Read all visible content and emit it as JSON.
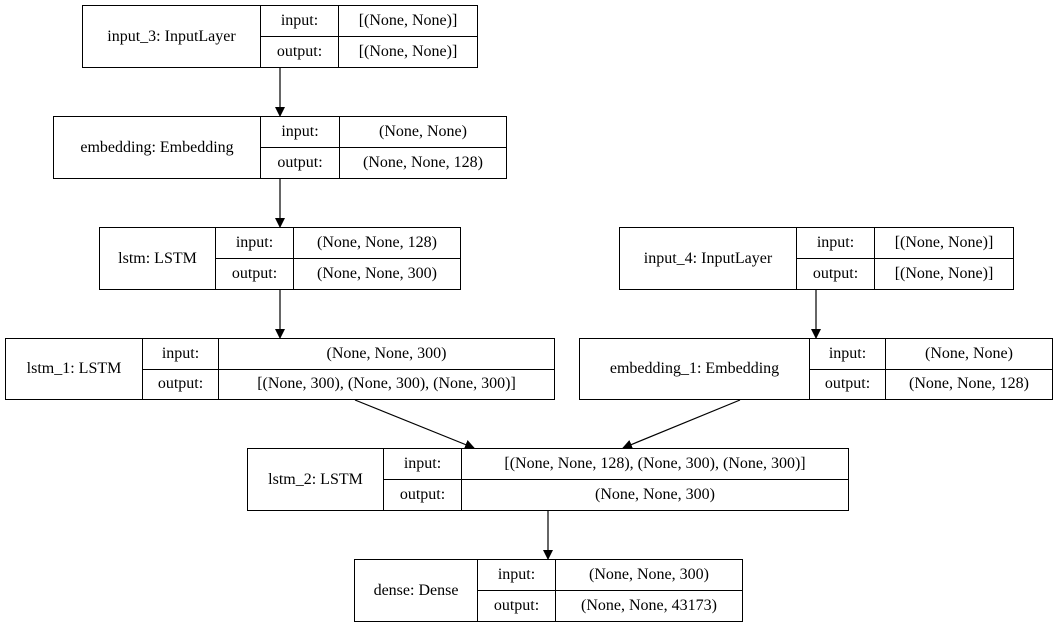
{
  "diagram": {
    "nodes": [
      {
        "id": "input_3",
        "name": "input_3: InputLayer",
        "input_label": "input:",
        "output_label": "output:",
        "input": "[(None, None)]",
        "output": "[(None, None)]"
      },
      {
        "id": "embedding",
        "name": "embedding: Embedding",
        "input_label": "input:",
        "output_label": "output:",
        "input": "(None, None)",
        "output": "(None, None, 128)"
      },
      {
        "id": "lstm",
        "name": "lstm: LSTM",
        "input_label": "input:",
        "output_label": "output:",
        "input": "(None, None, 128)",
        "output": "(None, None, 300)"
      },
      {
        "id": "input_4",
        "name": "input_4: InputLayer",
        "input_label": "input:",
        "output_label": "output:",
        "input": "[(None, None)]",
        "output": "[(None, None)]"
      },
      {
        "id": "lstm_1",
        "name": "lstm_1: LSTM",
        "input_label": "input:",
        "output_label": "output:",
        "input": "(None, None, 300)",
        "output": "[(None, 300), (None, 300), (None, 300)]"
      },
      {
        "id": "embedding_1",
        "name": "embedding_1: Embedding",
        "input_label": "input:",
        "output_label": "output:",
        "input": "(None, None)",
        "output": "(None, None, 128)"
      },
      {
        "id": "lstm_2",
        "name": "lstm_2: LSTM",
        "input_label": "input:",
        "output_label": "output:",
        "input": "[(None, None, 128), (None, 300), (None, 300)]",
        "output": "(None, None, 300)"
      },
      {
        "id": "dense",
        "name": "dense: Dense",
        "input_label": "input:",
        "output_label": "output:",
        "input": "(None, None, 300)",
        "output": "(None, None, 43173)"
      }
    ],
    "edges": [
      {
        "from": "input_3",
        "to": "embedding"
      },
      {
        "from": "embedding",
        "to": "lstm"
      },
      {
        "from": "lstm",
        "to": "lstm_1"
      },
      {
        "from": "input_4",
        "to": "embedding_1"
      },
      {
        "from": "lstm_1",
        "to": "lstm_2"
      },
      {
        "from": "embedding_1",
        "to": "lstm_2"
      },
      {
        "from": "lstm_2",
        "to": "dense"
      }
    ]
  }
}
